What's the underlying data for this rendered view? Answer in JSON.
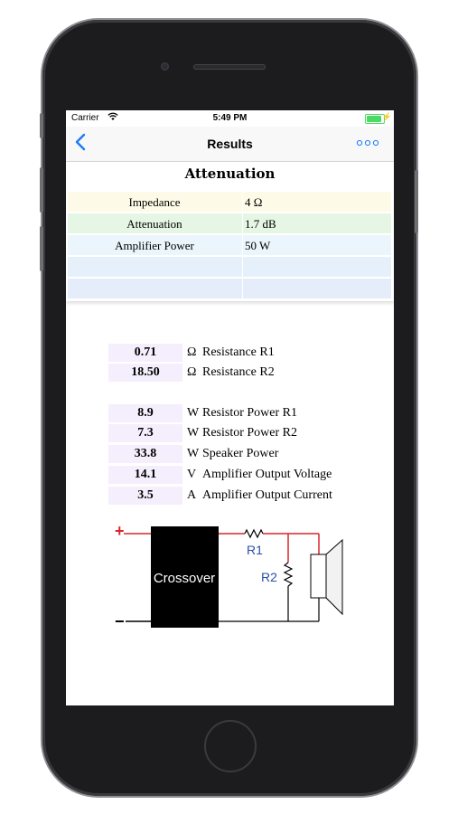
{
  "status_bar": {
    "carrier": "Carrier",
    "time": "5:49 PM"
  },
  "nav": {
    "back_icon": "chevron-left-icon",
    "title": "Results",
    "more_icon": "ellipsis-icon"
  },
  "summary": {
    "title": "Attenuation",
    "rows": [
      {
        "label": "Impedance",
        "value": "4 Ω",
        "color": "#fdfbe8"
      },
      {
        "label": "Attenuation",
        "value": "1.7 dB",
        "color": "#e6f6e4"
      },
      {
        "label": "Amplifier Power",
        "value": "50 W",
        "color": "#eaf6fb"
      },
      {
        "label": "",
        "value": "",
        "color": "#e6f0fb"
      },
      {
        "label": "",
        "value": "",
        "color": "#e4edf9"
      }
    ]
  },
  "results": [
    {
      "value": "0.71",
      "unit": "Ω",
      "label": "Resistance R1"
    },
    {
      "value": "18.50",
      "unit": "Ω",
      "label": "Resistance R2"
    },
    {
      "value": "8.9",
      "unit": "W",
      "label": "Resistor Power R1"
    },
    {
      "value": "7.3",
      "unit": "W",
      "label": "Resistor Power R2"
    },
    {
      "value": "33.8",
      "unit": "W",
      "label": "Speaker Power"
    },
    {
      "value": "14.1",
      "unit": "V",
      "label": "Amplifier Output Voltage"
    },
    {
      "value": "3.5",
      "unit": "A",
      "label": "Amplifier Output Current"
    }
  ],
  "diagram": {
    "plus": "+",
    "minus": "−",
    "crossover": "Crossover",
    "r1": "R1",
    "r2": "R2"
  },
  "colors": {
    "accent": "#1a7cf5",
    "battery": "#4cd964",
    "wire_red": "#d9252a",
    "resistor_label": "#2a4fa8"
  }
}
